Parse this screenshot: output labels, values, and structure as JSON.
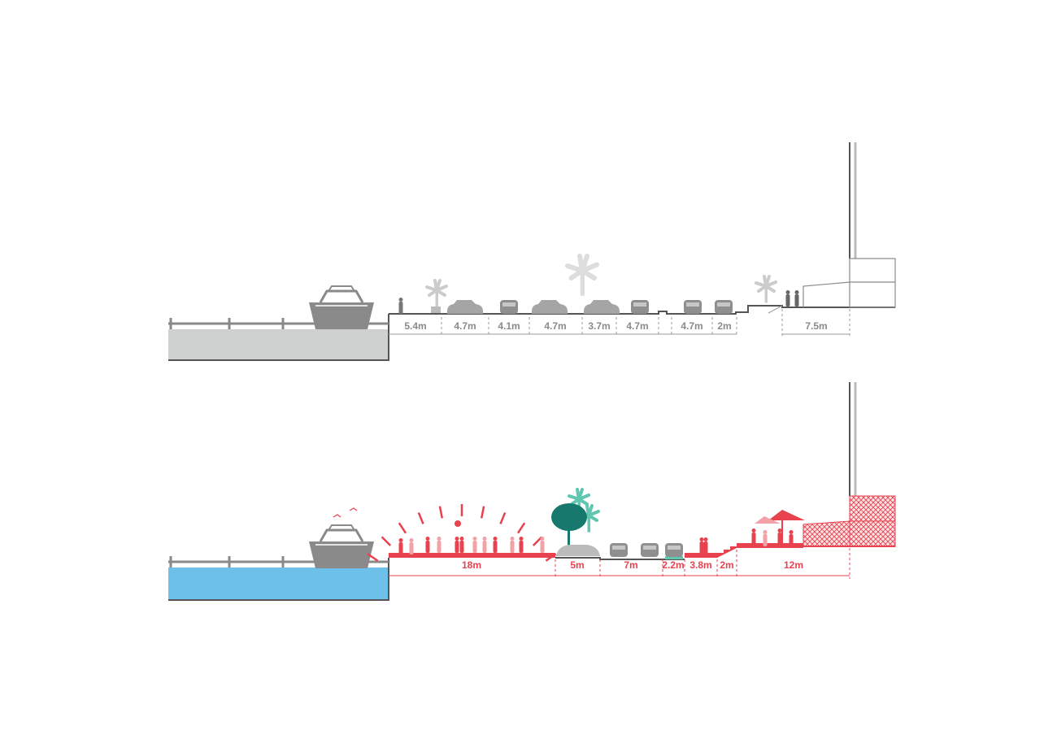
{
  "colors": {
    "existing": "#8a8a8a",
    "proposed": "#e8424f",
    "water": "#6cc0ea",
    "tree": "#17796e",
    "palm": "#5fc6b0",
    "ground": "#cfd0d0"
  },
  "existing_section": {
    "dimensions": [
      "5.4m",
      "4.7m",
      "4.1m",
      "4.7m",
      "3.7m",
      "4.7m",
      "4.7m",
      "2m",
      "7.5m"
    ]
  },
  "proposed_section": {
    "dimensions": [
      "18m",
      "5m",
      "7m",
      "2.2m",
      "3.8m",
      "2m",
      "12m"
    ]
  }
}
